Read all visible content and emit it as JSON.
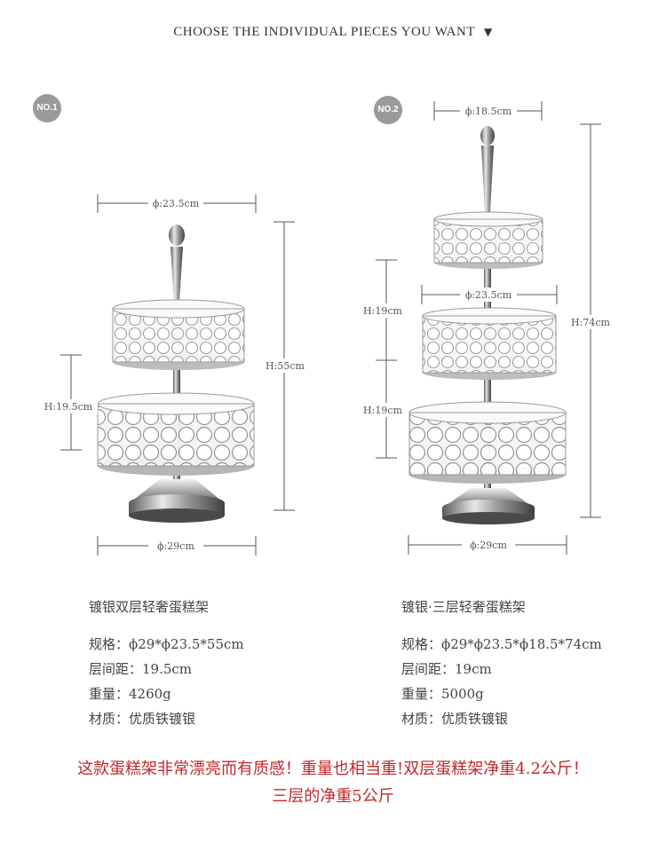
{
  "header": {
    "title": "CHOOSE THE INDIVIDUAL PIECES YOU WANT",
    "arrow": "▼"
  },
  "items": [
    {
      "badge": "NO.1",
      "dims": {
        "top_diameter": "ϕ:23.5cm",
        "bottom_diameter": "ϕ:29cm",
        "height": "H:55cm",
        "gap": "H:19.5cm"
      },
      "name": "镀银双层轻奢蛋糕架",
      "spec": "规格：ϕ29*ϕ23.5*55cm",
      "gap": "层间距：19.5cm",
      "weight": "重量：4260g",
      "material": "材质：优质铁镀银"
    },
    {
      "badge": "NO.2",
      "dims": {
        "top_diameter": "ϕ:18.5cm",
        "middle_diameter": "ϕ:23.5cm",
        "bottom_diameter": "ϕ:29cm",
        "height": "H:74cm",
        "gap_upper": "H:19cm",
        "gap_lower": "H:19cm"
      },
      "name": "镀银·三层轻奢蛋糕架",
      "spec": "规格：ϕ29*ϕ23.5*ϕ18.5*74cm",
      "gap": "层间距：19cm",
      "weight": "重量：5000g",
      "material": "材质：优质铁镀银"
    }
  ],
  "footer": {
    "line1": "这款蛋糕架非常漂亮而有质感！重量也相当重!双层蛋糕架净重4.2公斤！",
    "line2": "三层的净重5公斤"
  }
}
